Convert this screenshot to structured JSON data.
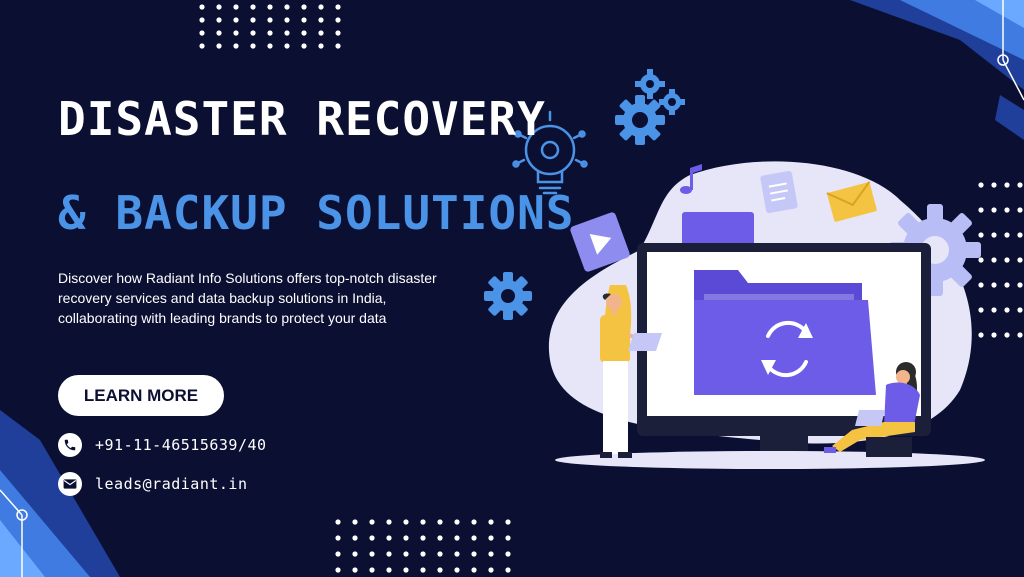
{
  "banner": {
    "title_line1": "DISASTER RECOVERY",
    "title_line2": "& BACKUP SOLUTIONS",
    "description": "Discover how Radiant Info Solutions offers top-notch disaster recovery services and data backup solutions in India, collaborating with leading brands to protect your data",
    "cta_label": "LEARN MORE",
    "phone": "+91-11-46515639/40",
    "email": "leads@radiant.in"
  },
  "colors": {
    "background": "#0b1033",
    "accent_blue": "#4a93e6",
    "purple": "#6c5ce7",
    "lavender": "#e6e6f8",
    "yellow": "#f5c342"
  },
  "icons": [
    "phone-icon",
    "email-icon",
    "gear-icon",
    "lightbulb-icon",
    "folder-sync-icon",
    "envelope-icon",
    "music-note-icon",
    "play-icon",
    "document-icon"
  ]
}
